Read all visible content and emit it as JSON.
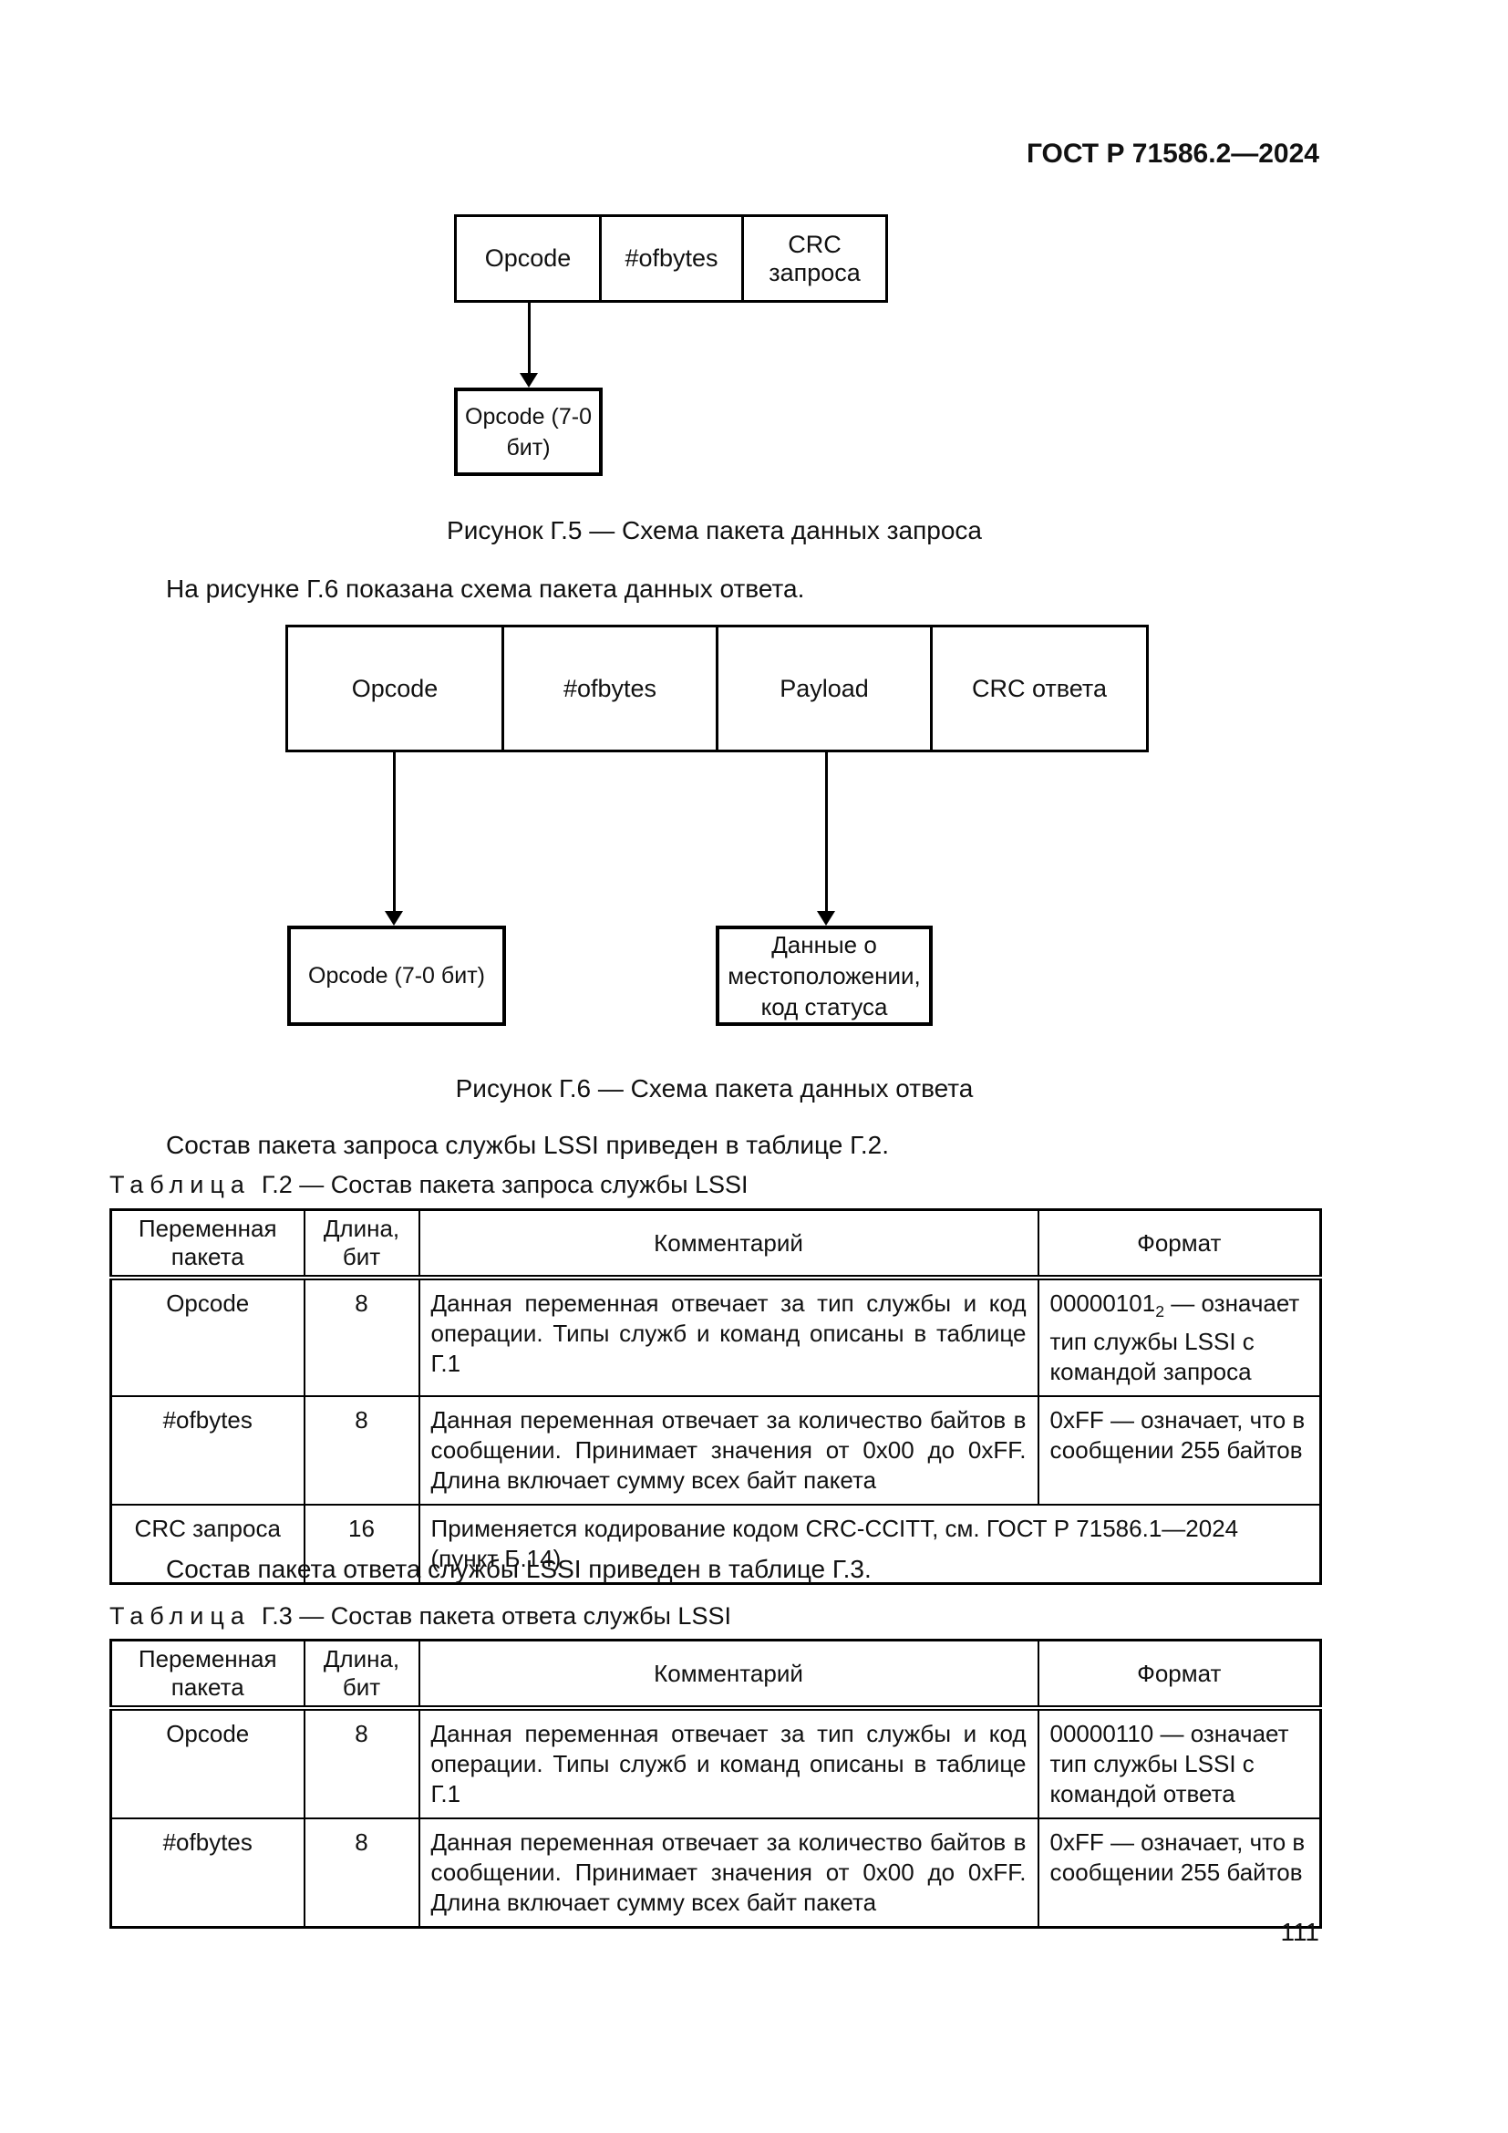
{
  "colors": {
    "background": "#ffffff",
    "text": "#111111",
    "line": "#000000"
  },
  "header": {
    "doc_number": "ГОСТ Р 71586.2—2024"
  },
  "figure_g5": {
    "boxes": [
      "Opcode",
      "#ofbytes",
      "CRC запроса"
    ],
    "detail_box": "Opcode (7-0 бит)",
    "caption": "Рисунок Г.5 — Схема пакета данных запроса"
  },
  "figure_g6": {
    "boxes": [
      "Opcode",
      "#ofbytes",
      "Payload",
      "CRC ответа"
    ],
    "detail_box_left": "Opcode (7-0 бит)",
    "detail_box_right": "Данные о местоположении, код статуса",
    "caption": "Рисунок Г.6 — Схема пакета данных ответа"
  },
  "paragraphs": {
    "p1": "На рисунке Г.6 показана схема пакета данных ответа.",
    "p2": "Состав пакета запроса службы LSSI приведен в таблице Г.2.",
    "p3": "Состав пакета ответа службы LSSI приведен в таблице Г.3."
  },
  "table_g2": {
    "caption_label": "Таблица",
    "caption_text": "Г.2 — Состав пакета запроса службы LSSI",
    "headers": {
      "col1": "Переменная пакета",
      "col2": "Длина, бит",
      "col3": "Комментарий",
      "col4": "Формат"
    },
    "rows": [
      {
        "variable": "Opcode",
        "length": "8",
        "comment": "Данная переменная отвечает за тип службы и код операции. Типы служб и команд описаны в таблице Г.1",
        "format_base": "00000101",
        "format_subscript": "2",
        "format_rest": " — означает тип службы LSSI с командой запроса"
      },
      {
        "variable": "#ofbytes",
        "length": "8",
        "comment": "Данная переменная отвечает за количество байтов в сообщении. Принимает значения от 0x00 до 0xFF. Длина включает сумму всех байт пакета",
        "format": "0xFF — означает, что в сообщении 255 байтов"
      },
      {
        "variable": "CRC запроса",
        "length": "16",
        "comment_full_width": "Применяется кодирование кодом CRC-CCITT, см. ГОСТ Р 71586.1—2024 (пункт Б.14)"
      }
    ]
  },
  "table_g3": {
    "caption_label": "Таблица",
    "caption_text": "Г.3 — Состав пакета ответа службы LSSI",
    "headers": {
      "col1": "Переменная пакета",
      "col2": "Длина, бит",
      "col3": "Комментарий",
      "col4": "Формат"
    },
    "rows": [
      {
        "variable": "Opcode",
        "length": "8",
        "comment": "Данная переменная отвечает за тип службы и код операции. Типы служб и команд описаны в таблице Г.1",
        "format": "00000110 — означает тип службы LSSI с командой ответа"
      },
      {
        "variable": "#ofbytes",
        "length": "8",
        "comment": "Данная переменная отвечает за количество байтов в сообщении. Принимает значения от 0x00 до 0xFF. Длина включает сумму всех байт пакета",
        "format": "0xFF — означает, что в сообщении 255 байтов"
      }
    ]
  },
  "footer": {
    "page_number": "111"
  }
}
